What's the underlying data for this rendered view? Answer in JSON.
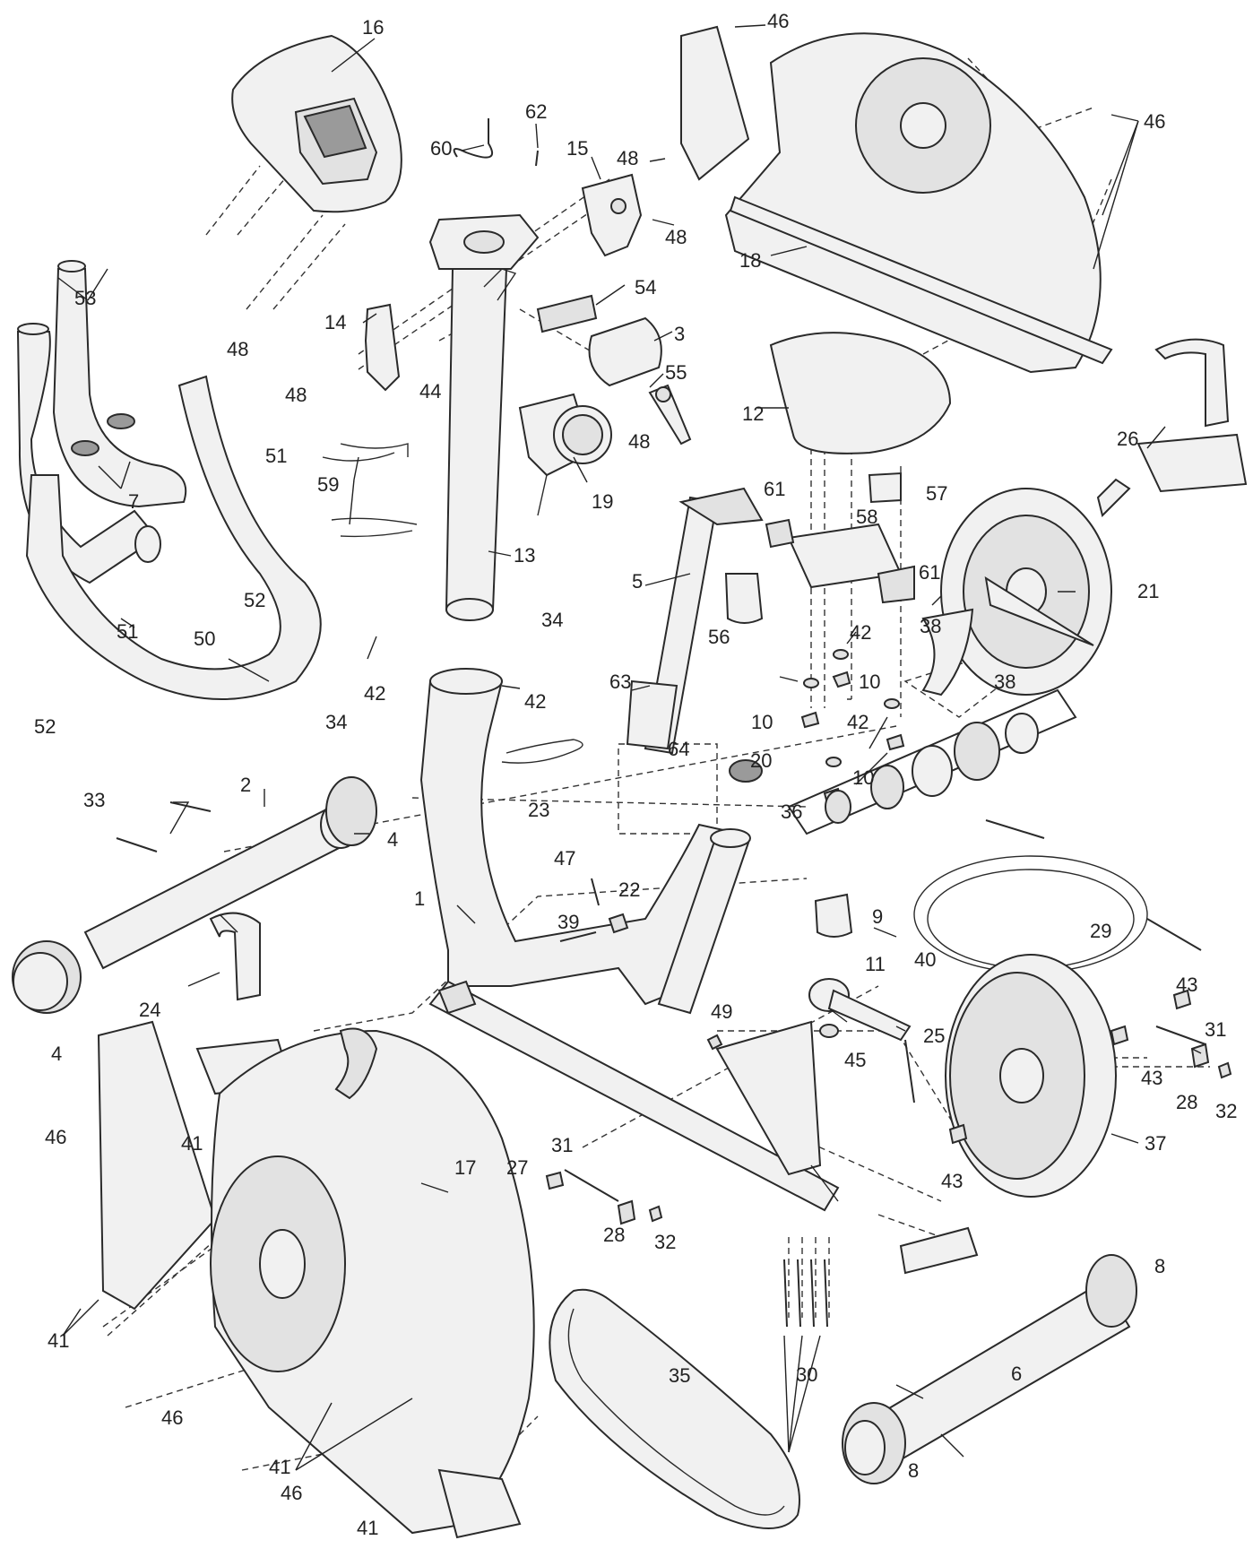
{
  "callouts": [
    {
      "id": "c16",
      "text": "16"
    },
    {
      "id": "c62",
      "text": "62"
    },
    {
      "id": "c60",
      "text": "60"
    },
    {
      "id": "c15",
      "text": "15"
    },
    {
      "id": "c48a",
      "text": "48"
    },
    {
      "id": "c48b",
      "text": "48"
    },
    {
      "id": "c46a",
      "text": "46"
    },
    {
      "id": "c46b",
      "text": "46"
    },
    {
      "id": "c18",
      "text": "18"
    },
    {
      "id": "c53",
      "text": "53"
    },
    {
      "id": "c14",
      "text": "14"
    },
    {
      "id": "c54",
      "text": "54"
    },
    {
      "id": "c3",
      "text": "3"
    },
    {
      "id": "c48c",
      "text": "48"
    },
    {
      "id": "c44",
      "text": "44"
    },
    {
      "id": "c55",
      "text": "55"
    },
    {
      "id": "c48d",
      "text": "48"
    },
    {
      "id": "c12",
      "text": "12"
    },
    {
      "id": "c48e",
      "text": "48"
    },
    {
      "id": "c26",
      "text": "26"
    },
    {
      "id": "c7",
      "text": "7"
    },
    {
      "id": "c51a",
      "text": "51"
    },
    {
      "id": "c59",
      "text": "59"
    },
    {
      "id": "c19",
      "text": "19"
    },
    {
      "id": "c61a",
      "text": "61"
    },
    {
      "id": "c57",
      "text": "57"
    },
    {
      "id": "c58",
      "text": "58"
    },
    {
      "id": "c52a",
      "text": "52"
    },
    {
      "id": "c13",
      "text": "13"
    },
    {
      "id": "c5",
      "text": "5"
    },
    {
      "id": "c61b",
      "text": "61"
    },
    {
      "id": "c21",
      "text": "21"
    },
    {
      "id": "c38a",
      "text": "38"
    },
    {
      "id": "c51b",
      "text": "51"
    },
    {
      "id": "c34a",
      "text": "34"
    },
    {
      "id": "c56",
      "text": "56"
    },
    {
      "id": "c42a",
      "text": "42"
    },
    {
      "id": "c50",
      "text": "50"
    },
    {
      "id": "c42b",
      "text": "42"
    },
    {
      "id": "c42c",
      "text": "42"
    },
    {
      "id": "c10a",
      "text": "10"
    },
    {
      "id": "c63",
      "text": "63"
    },
    {
      "id": "c38b",
      "text": "38"
    },
    {
      "id": "c52b",
      "text": "52"
    },
    {
      "id": "c34b",
      "text": "34"
    },
    {
      "id": "c10b",
      "text": "10"
    },
    {
      "id": "c42d",
      "text": "42"
    },
    {
      "id": "c64",
      "text": "64"
    },
    {
      "id": "c2",
      "text": "2"
    },
    {
      "id": "c20",
      "text": "20"
    },
    {
      "id": "c33",
      "text": "33"
    },
    {
      "id": "c10c",
      "text": "10"
    },
    {
      "id": "c23",
      "text": "23"
    },
    {
      "id": "c36",
      "text": "36"
    },
    {
      "id": "c4a",
      "text": "4"
    },
    {
      "id": "c47",
      "text": "47"
    },
    {
      "id": "c22",
      "text": "22"
    },
    {
      "id": "c1",
      "text": "1"
    },
    {
      "id": "c9",
      "text": "9"
    },
    {
      "id": "c29",
      "text": "29"
    },
    {
      "id": "c39",
      "text": "39"
    },
    {
      "id": "c11",
      "text": "11"
    },
    {
      "id": "c40",
      "text": "40"
    },
    {
      "id": "c4b",
      "text": "4"
    },
    {
      "id": "c24",
      "text": "24"
    },
    {
      "id": "c43a",
      "text": "43"
    },
    {
      "id": "c49",
      "text": "49"
    },
    {
      "id": "c25",
      "text": "25"
    },
    {
      "id": "c31a",
      "text": "31"
    },
    {
      "id": "c45",
      "text": "45"
    },
    {
      "id": "c43b",
      "text": "43"
    },
    {
      "id": "c28a",
      "text": "28"
    },
    {
      "id": "c32a",
      "text": "32"
    },
    {
      "id": "c46c",
      "text": "46"
    },
    {
      "id": "c41a",
      "text": "41"
    },
    {
      "id": "c17",
      "text": "17"
    },
    {
      "id": "c37",
      "text": "37"
    },
    {
      "id": "c27",
      "text": "27"
    },
    {
      "id": "c31b",
      "text": "31"
    },
    {
      "id": "c43c",
      "text": "43"
    },
    {
      "id": "c28b",
      "text": "28"
    },
    {
      "id": "c32b",
      "text": "32"
    },
    {
      "id": "c41b",
      "text": "41"
    },
    {
      "id": "c8a",
      "text": "8"
    },
    {
      "id": "c35",
      "text": "35"
    },
    {
      "id": "c30",
      "text": "30"
    },
    {
      "id": "c6",
      "text": "6"
    },
    {
      "id": "c46d",
      "text": "46"
    },
    {
      "id": "c8b",
      "text": "8"
    },
    {
      "id": "c41c",
      "text": "41"
    },
    {
      "id": "c46e",
      "text": "46"
    },
    {
      "id": "c41d",
      "text": "41"
    }
  ]
}
